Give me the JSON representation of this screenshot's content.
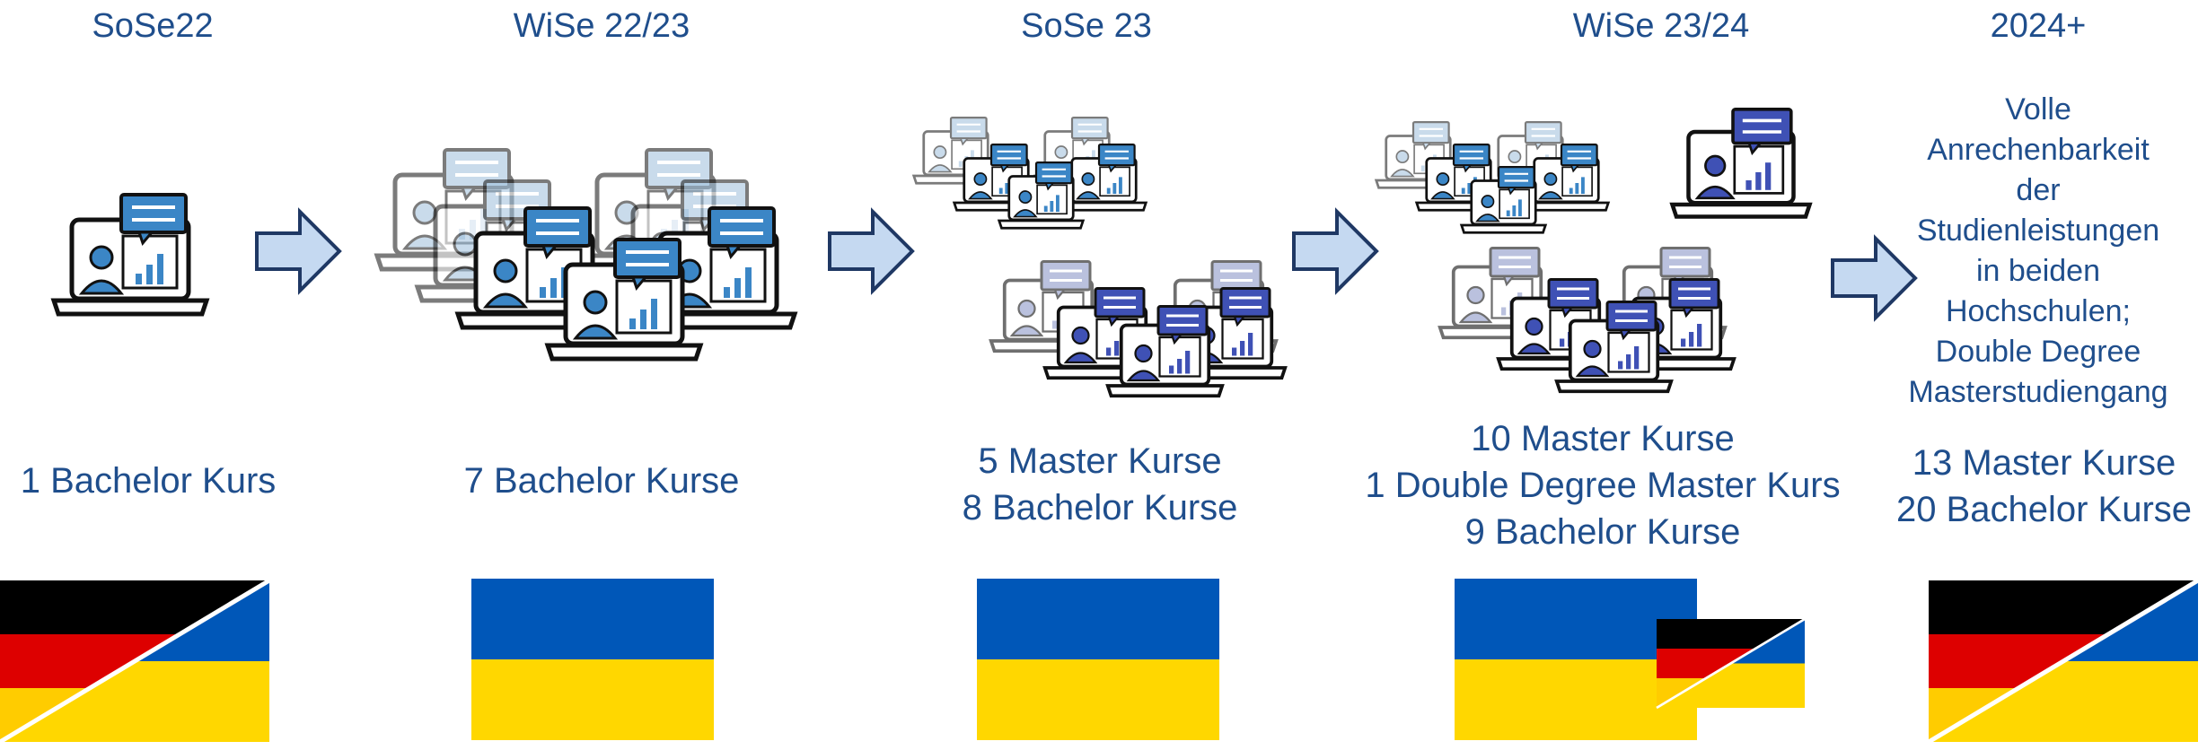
{
  "colors": {
    "text": "#1f4e8c",
    "arrow_fill": "#c5d9f1",
    "arrow_stroke": "#1f3864",
    "chat_blue": "#2e75b6",
    "chat_indigo": "#3f51b5",
    "ua_blue": "#0057b8",
    "ua_yellow": "#ffd700",
    "de_black": "#000000",
    "de_red": "#dd0000",
    "de_gold": "#ffcc00"
  },
  "stages": [
    {
      "term": "SoSe22",
      "courses": [
        "1 Bachelor Kurs"
      ],
      "flag": "germany-ukraine"
    },
    {
      "term": "WiSe 22/23",
      "courses": [
        "7 Bachelor Kurse"
      ],
      "flag": "ukraine"
    },
    {
      "term": "SoSe 23",
      "courses": [
        "5 Master Kurse",
        "8 Bachelor Kurse"
      ],
      "flag": "ukraine"
    },
    {
      "term": "WiSe 23/24",
      "courses": [
        "10 Master Kurse",
        "1 Double Degree Master Kurs",
        "9 Bachelor Kurse"
      ],
      "flag": "ukraine-with-germany-ukraine"
    },
    {
      "term": "2024+",
      "courses": [
        "13 Master Kurse",
        "20 Bachelor Kurse"
      ],
      "flag": "germany-ukraine",
      "description": [
        "Volle",
        "Anrechenbarkeit",
        "der",
        "Studienleistungen",
        "in beiden",
        "Hochschulen;",
        "Double Degree",
        "Masterstudiengang"
      ]
    }
  ],
  "icons": [
    "online-course-laptop-icon",
    "right-arrow-icon"
  ]
}
